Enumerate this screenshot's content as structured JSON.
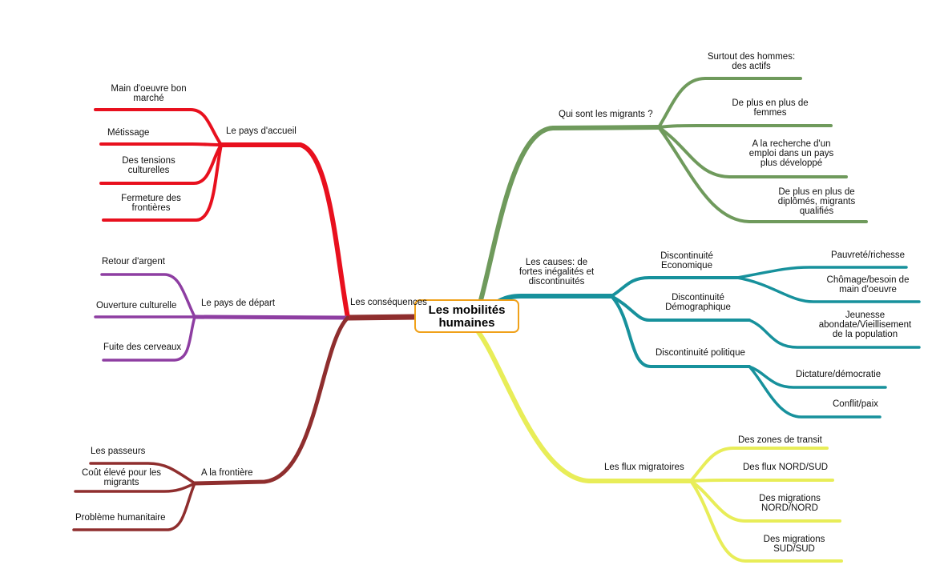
{
  "central": "Les  mobilités\nhumaines",
  "colors": {
    "consequences": "#8f2e2e",
    "accueil": "#e8101e",
    "depart": "#8e3ea2",
    "migrants": "#6f9a5c",
    "causes": "#17919c",
    "flux": "#e8ed58",
    "border": "#f0a11a"
  },
  "branches": {
    "consequences": {
      "label": "Les conséquences",
      "accueil": {
        "label": "Le pays d'accueil",
        "items": [
          "Main  d'oeuvre  bon\nmarché",
          "Métissage",
          "Des  tensions\nculturelles",
          "Fermeture  des\nfrontières"
        ]
      },
      "depart": {
        "label": "Le pays de départ",
        "items": [
          "Retour d'argent",
          "Ouverture culturelle",
          "Fuite des cerveaux"
        ]
      },
      "frontiere": {
        "label": "A la frontière",
        "items": [
          "Les passeurs",
          "Coût  élevé  pour  les\nmigrants",
          "Problème humanitaire"
        ]
      }
    },
    "migrants": {
      "label": "Qui sont les migrants ?",
      "items": [
        "Surtout  des  hommes:\ndes  actifs",
        "De  plus  en  plus  de\nfemmes",
        "A  la  recherche  d'un\nemploi  dans  un  pays\nplus  développé",
        "De  plus  en  plus  de\ndiplômés,  migrants\nqualifiés"
      ]
    },
    "causes": {
      "label": "Les  causes:  de\nfortes  inégalités  et\ndiscontinuités",
      "economique": {
        "label": "Discontinuité\nEconomique",
        "items": [
          "Pauvreté/richesse",
          "Chômage/besoin  de\nmain  d'oeuvre"
        ]
      },
      "demographique": {
        "label": "Discontinuité\nDémographique",
        "items": [
          "Jeunesse\nabondate/Vieillisement\nde  la  population"
        ]
      },
      "politique": {
        "label": "Discontinuité politique",
        "items": [
          "Dictature/démocratie",
          "Conflit/paix"
        ]
      }
    },
    "flux": {
      "label": "Les flux migratoires",
      "items": [
        "Des zones de transit",
        "Des flux NORD/SUD",
        "Des  migrations\nNORD/NORD",
        "Des  migrations\nSUD/SUD"
      ]
    }
  }
}
